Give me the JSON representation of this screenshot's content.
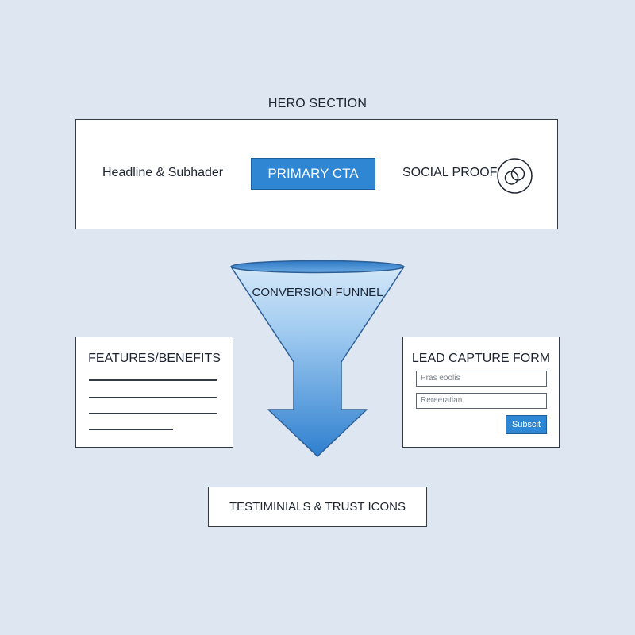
{
  "hero": {
    "title": "HERO SECTION",
    "headline": "Headline & Subhader",
    "cta_label": "PRIMARY CTA",
    "social_proof_label": "SOCIAL PROOF"
  },
  "funnel": {
    "label": "CONVERSION FUNNEL"
  },
  "features": {
    "title": "FEATURES/BENEFITS",
    "line_count": 4
  },
  "lead_form": {
    "title": "LEAD CAPTURE FORM",
    "field1_placeholder": "Pras eoolis",
    "field2_placeholder": "Rereeratian",
    "submit_label": "Subscit"
  },
  "testimonials": {
    "label": "TESTIMINIALS & TRUST ICONS"
  },
  "colors": {
    "background": "#dde6f1",
    "accent_blue": "#2f86d3",
    "border": "#333a44"
  },
  "icons": {
    "social_proof": "overlapping-circles-icon"
  }
}
